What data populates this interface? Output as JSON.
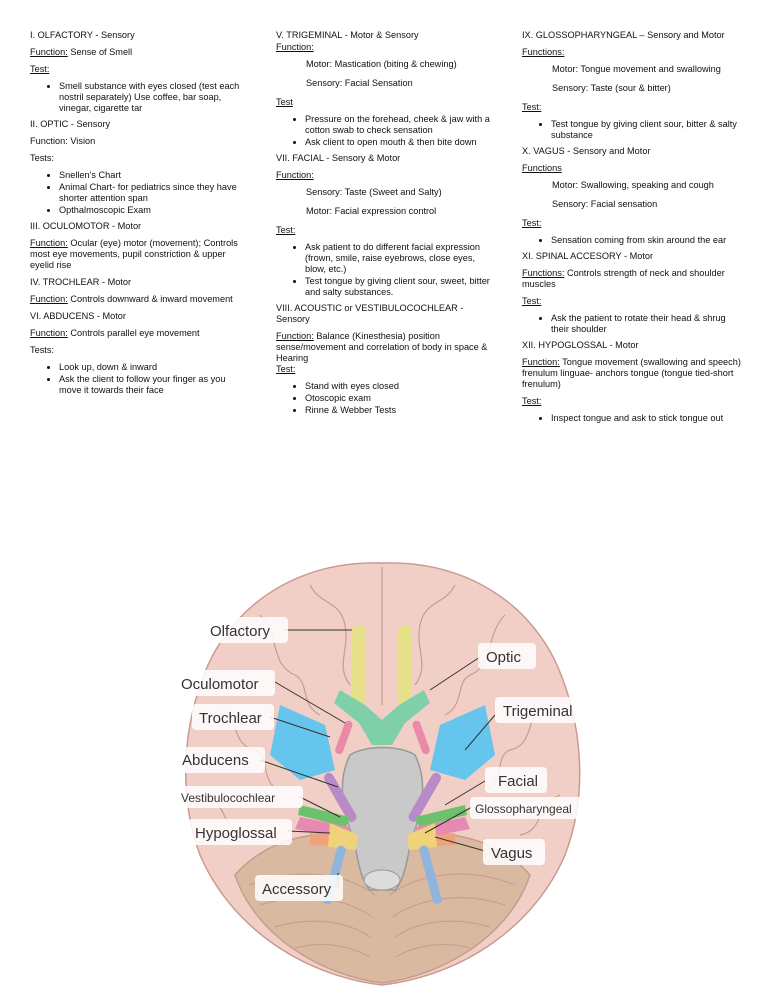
{
  "col1": {
    "olfactory": {
      "title": "I. OLFACTORY - Sensory",
      "function_label": "Function:",
      "function_text": " Sense of Smell",
      "test_label": "Test:",
      "tests": [
        "Smell substance with eyes closed (test each nostril separately) Use coffee, bar soap, vinegar, cigarette tar"
      ]
    },
    "optic": {
      "title": "II. OPTIC - Sensory",
      "function_line": "Function: Vision",
      "tests_line": "Tests:",
      "tests": [
        "Snellen's Chart",
        "Animal Chart- for pediatrics since they have shorter attention span",
        "Opthalmoscopic Exam"
      ]
    },
    "oculomotor": {
      "title": "III. OCULOMOTOR - Motor",
      "function_label": "Function:",
      "function_text": " Ocular (eye) motor (movement); Controls most eye movements, pupil constriction & upper eyelid rise"
    },
    "trochlear": {
      "title": "IV. TROCHLEAR - Motor",
      "function_label": "Function:",
      "function_text": " Controls downward & inward movement"
    },
    "abducens": {
      "title": "VI. ABDUCENS - Motor",
      "function_label": "Function:",
      "function_text": " Controls parallel eye movement",
      "tests_line": "Tests:",
      "tests": [
        "Look up, down & inward",
        "Ask the client to follow your finger as you move it towards their face"
      ]
    }
  },
  "col2": {
    "trigeminal": {
      "title": "V. TRIGEMINAL - Motor & Sensory",
      "function_label": "Function:",
      "motor": "Motor: Mastication (biting & chewing)",
      "sensory": "Sensory: Facial Sensation",
      "test_label": "Test",
      "tests": [
        "Pressure on the forehead, cheek & jaw with a cotton swab to check sensation",
        "Ask client to open mouth & then bite down"
      ]
    },
    "facial": {
      "title": "VII. FACIAL - Sensory & Motor",
      "function_label": "Function:",
      "sensory": "Sensory: Taste (Sweet and Salty)",
      "motor": "Motor: Facial expression control",
      "test_label": "Test:",
      "tests": [
        "Ask patient to do different facial expression (frown, smile, raise eyebrows, close eyes, blow, etc.)",
        "Test tongue by giving client sour, sweet, bitter and salty substances."
      ]
    },
    "acoustic": {
      "title": "VIII. ACOUSTIC or VESTIBULOCOCHLEAR - Sensory",
      "function_label": "Function:",
      "function_text": " Balance (Kinesthesia) position sense/movement and correlation of body in space & Hearing",
      "test_label": "Test:",
      "tests": [
        "Stand with eyes closed",
        "Otoscopic exam",
        "Rinne & Webber Tests"
      ]
    }
  },
  "col3": {
    "glossopharyngeal": {
      "title": "IX. GLOSSOPHARYNGEAL – Sensory and Motor",
      "function_label": "Functions:",
      "motor": "Motor: Tongue movement and swallowing",
      "sensory": "Sensory: Taste (sour & bitter)",
      "test_label": "Test:",
      "tests": [
        "Test tongue by giving client sour, bitter & salty substance"
      ]
    },
    "vagus": {
      "title": "X. VAGUS - Sensory and Motor",
      "function_label": "Functions",
      "motor": "Motor: Swallowing, speaking and cough",
      "sensory": "Sensory: Facial sensation",
      "test_label": "Test:",
      "tests": [
        "Sensation coming from skin around the ear"
      ]
    },
    "spinal": {
      "title": "XI. SPINAL ACCESORY - Motor",
      "function_label": "Functions:",
      "function_text": " Controls strength of neck and shoulder muscles",
      "test_label": "Test:",
      "tests": [
        "Ask the patient to rotate their head & shrug their shoulder"
      ]
    },
    "hypoglossal": {
      "title": "XII. HYPOGLOSSAL - Motor",
      "function_label": "Function:",
      "function_text": " Tongue movement (swallowing and speech) frenulum linguae- anchors tongue (tongue tied-short frenulum)",
      "test_label": "Test:",
      "tests": [
        "Inspect tongue and ask to stick tongue out"
      ]
    }
  },
  "diagram": {
    "labels": {
      "olfactory": "Olfactory",
      "optic": "Optic",
      "oculomotor": "Oculomotor",
      "trochlear": "Trochlear",
      "trigeminal": "Trigeminal",
      "abducens": "Abducens",
      "facial": "Facial",
      "vestibulocochlear": "Vestibulocochlear",
      "glossopharyngeal": "Glossopharyngeal",
      "hypoglossal": "Hypoglossal",
      "vagus": "Vagus",
      "accessory": "Accessory"
    },
    "colors": {
      "brain": "#f2cfc6",
      "brain_line": "#c99a90",
      "cerebellum": "#d9b9a0",
      "olfactory": "#e6e08a",
      "optic": "#7fcfa8",
      "trigeminal": "#66c5ec",
      "oculomotor": "#e98aa8",
      "abducens": "#b98bc6",
      "facial": "#6cc26c",
      "vestibulocochlear": "#e68ab4",
      "glossopharyngeal": "#f2a27a",
      "vagus": "#f0d27a",
      "hypoglossal": "#f0d27a",
      "accessory": "#8fb5dd",
      "brainstem": "#c9c9c9"
    }
  }
}
